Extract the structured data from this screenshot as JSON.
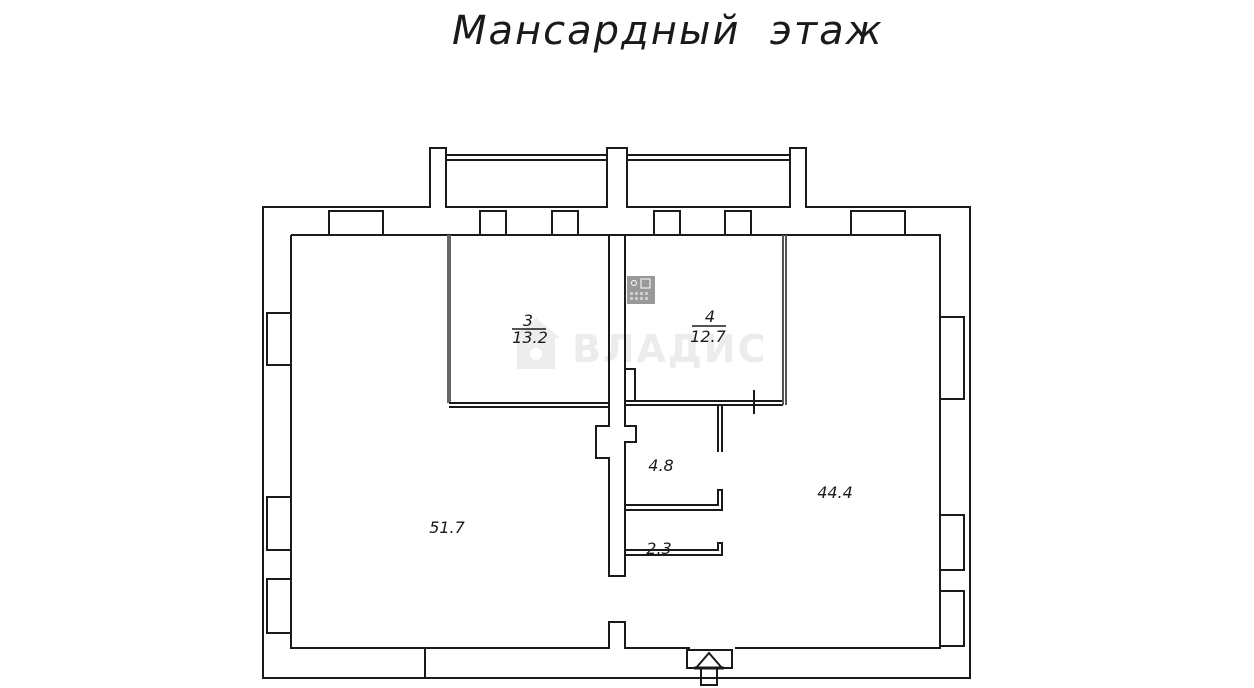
{
  "plan": {
    "title": "Мансардный  этаж",
    "watermark": "ВЛАДИС",
    "rooms": [
      {
        "number": "3",
        "area": "13.2"
      },
      {
        "number": "4",
        "area": "12.7"
      },
      {
        "number": "",
        "area": "4.8"
      },
      {
        "number": "",
        "area": "2.3"
      },
      {
        "number": "",
        "area": "51.7"
      },
      {
        "number": "",
        "area": "44.4"
      }
    ],
    "icons": {
      "stove": "stove-icon",
      "entrance": "entrance-arrow-icon",
      "watermark_logo": "house-logo-icon"
    },
    "colors": {
      "wall": "#1a1a1a",
      "background": "#ffffff",
      "stove": "#999999",
      "watermark": "#ececec"
    }
  }
}
